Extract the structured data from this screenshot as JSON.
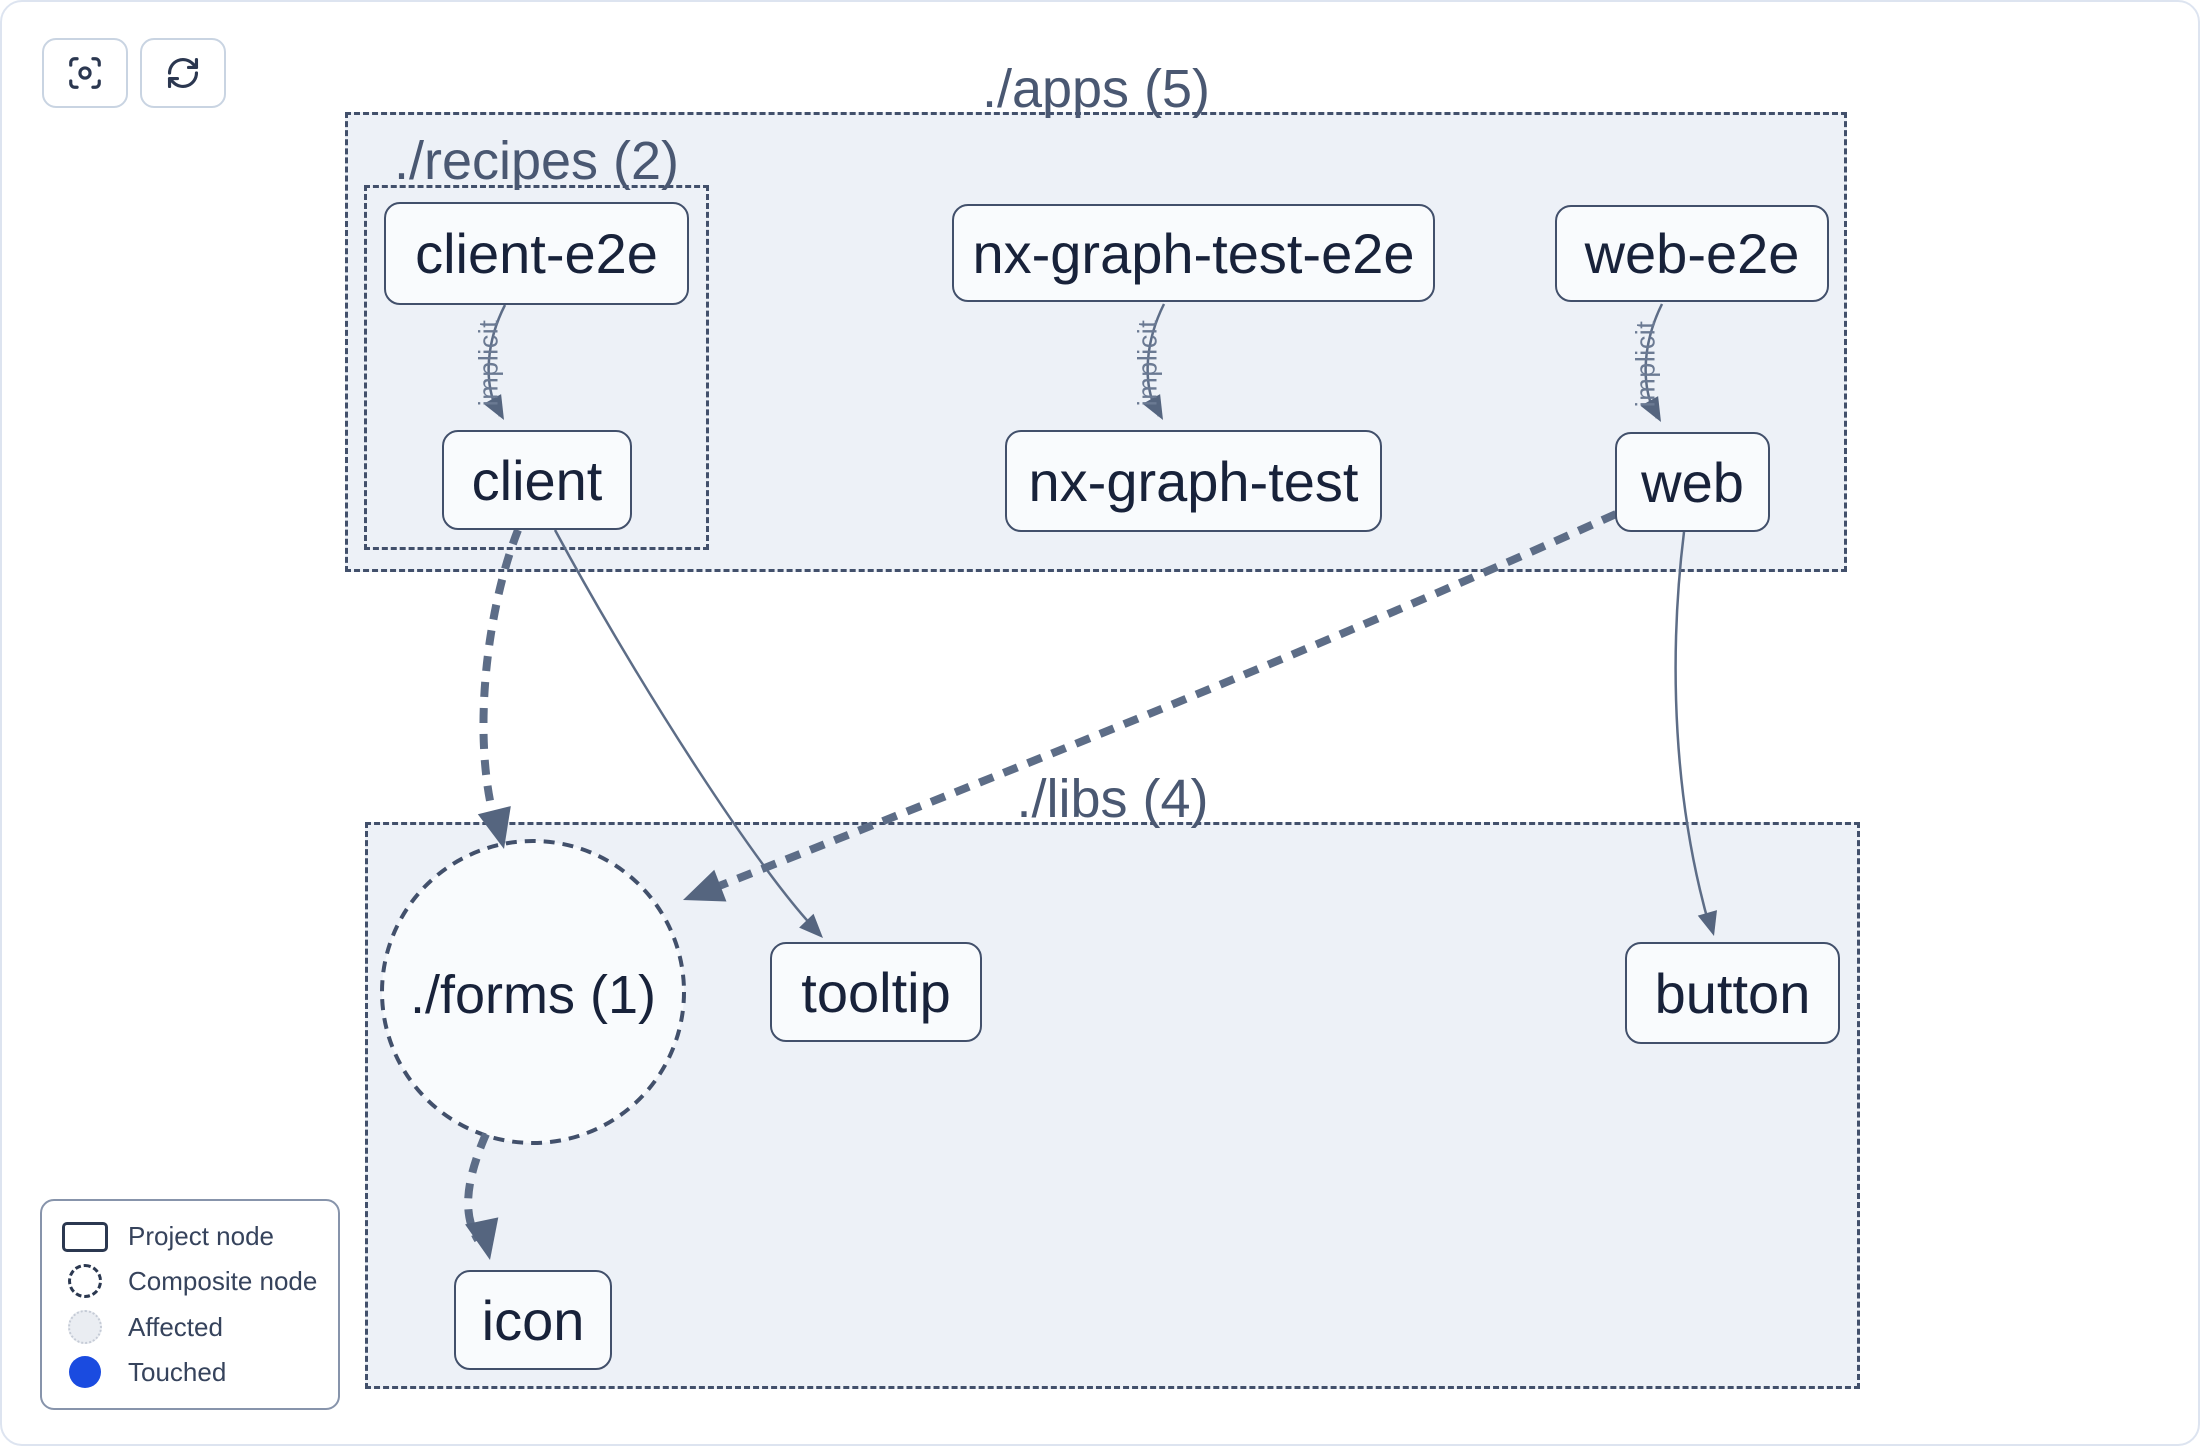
{
  "toolbar": {
    "focus_button": {
      "icon": "focus-scan-icon"
    },
    "refresh_button": {
      "icon": "refresh-icon"
    }
  },
  "graph": {
    "groups": [
      {
        "id": "apps",
        "label": "./apps (5)"
      },
      {
        "id": "recipes",
        "label": "./recipes (2)"
      },
      {
        "id": "libs",
        "label": "./libs (4)"
      },
      {
        "id": "forms",
        "label": "./forms (1)",
        "shape": "composite-circle"
      }
    ],
    "nodes": [
      {
        "id": "client-e2e",
        "label": "client-e2e",
        "group": "recipes"
      },
      {
        "id": "client",
        "label": "client",
        "group": "recipes"
      },
      {
        "id": "nx-graph-test-e2e",
        "label": "nx-graph-test-e2e",
        "group": "apps"
      },
      {
        "id": "nx-graph-test",
        "label": "nx-graph-test",
        "group": "apps"
      },
      {
        "id": "web-e2e",
        "label": "web-e2e",
        "group": "apps"
      },
      {
        "id": "web",
        "label": "web",
        "group": "apps"
      },
      {
        "id": "tooltip",
        "label": "tooltip",
        "group": "libs"
      },
      {
        "id": "button",
        "label": "button",
        "group": "libs"
      },
      {
        "id": "icon",
        "label": "icon",
        "group": "libs"
      }
    ],
    "edges": [
      {
        "source": "client-e2e",
        "target": "client",
        "type": "implicit",
        "label": "implicit"
      },
      {
        "source": "nx-graph-test-e2e",
        "target": "nx-graph-test",
        "type": "implicit",
        "label": "implicit"
      },
      {
        "source": "web-e2e",
        "target": "web",
        "type": "implicit",
        "label": "implicit"
      },
      {
        "source": "client",
        "target": "./forms (1)",
        "type": "dashed",
        "label": ""
      },
      {
        "source": "client",
        "target": "tooltip",
        "type": "static",
        "label": ""
      },
      {
        "source": "web",
        "target": "./forms (1)",
        "type": "dashed",
        "label": ""
      },
      {
        "source": "web",
        "target": "button",
        "type": "static",
        "label": ""
      },
      {
        "source": "./forms (1)",
        "target": "icon",
        "type": "dashed",
        "label": ""
      }
    ]
  },
  "legend": {
    "items": [
      {
        "swatch": "project-node-swatch",
        "label": "Project node"
      },
      {
        "swatch": "composite-node-swatch",
        "label": "Composite node"
      },
      {
        "swatch": "affected-swatch",
        "label": "Affected"
      },
      {
        "swatch": "touched-swatch",
        "label": "Touched"
      }
    ]
  },
  "colors": {
    "touched_blue": "#1a4be0",
    "group_fill": "#edf1f7",
    "node_stroke": "#42506b",
    "edge_stroke": "#5d6d87",
    "canvas_border": "#dde4f0"
  }
}
